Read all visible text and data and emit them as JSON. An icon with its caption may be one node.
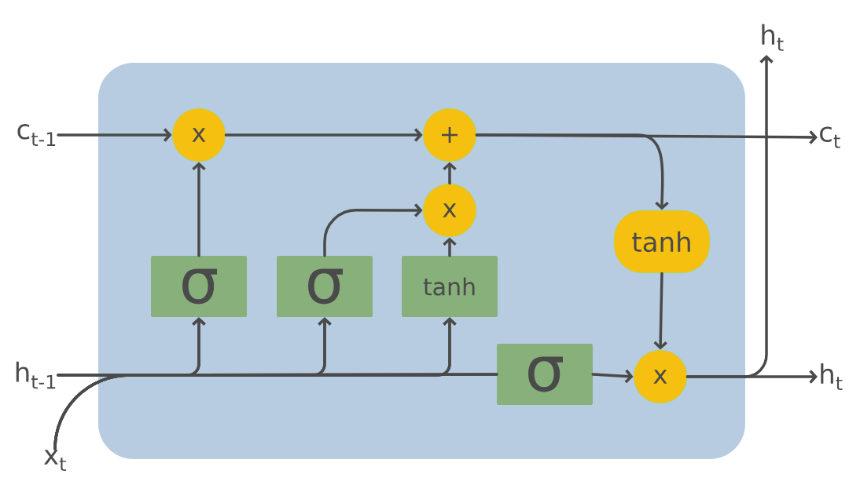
{
  "diagram": {
    "nodes": [
      {
        "text": [],
        "shape": "box"
      },
      {
        "text": [
          "c$_{t-1}$"
        ]
      },
      {
        "text": [
          "h$_{t-1}$"
        ]
      },
      {
        "text": [
          "x$_{t}$"
        ]
      },
      {
        "text": [
          "h$_{t}$"
        ]
      },
      {
        "text": [
          "c$_{t}$"
        ]
      },
      {
        "text": [
          "h$_{t}$"
        ]
      },
      {
        "text": [
          "x"
        ],
        "in": 0
      },
      {
        "text": [
          "+"
        ],
        "in": 0
      },
      {
        "text": [
          "x"
        ],
        "in": 0
      },
      {
        "text": [
          "σ"
        ],
        "in": 0
      },
      {
        "text": [
          "σ"
        ],
        "in": 0
      },
      {
        "text": [
          "tanh"
        ],
        "in": 0
      },
      {
        "text": [
          "tanh"
        ],
        "in": 0
      },
      {
        "text": [
          "σ"
        ],
        "in": 0
      },
      {
        "text": [
          "x"
        ],
        "in": 0
      }
    ],
    "edges": [
      {
        "from": 1,
        "to": 7,
        "arrow": "to"
      },
      {
        "from": 7,
        "to": 8,
        "arrow": "to"
      },
      {
        "from": 10,
        "to": 7,
        "arrow": "to"
      },
      {
        "from": 11,
        "to": 9,
        "arrow": "to"
      },
      {
        "from": 12,
        "to": 9,
        "arrow": "to"
      },
      {
        "from": 9,
        "to": 8,
        "arrow": "to"
      },
      {
        "from": 8,
        "to": 5,
        "arrow": "to"
      },
      {
        "from": 8,
        "to": 13,
        "arrow": "to"
      },
      {
        "from": 13,
        "to": 15,
        "arrow": "to"
      },
      {
        "from": 14,
        "to": 15,
        "arrow": "to"
      },
      {
        "from": 15,
        "to": 6,
        "arrow": "to"
      },
      {
        "from": 15,
        "to": 4,
        "arrow": "to"
      },
      {
        "from": 2,
        "to": 10,
        "arrow": "to"
      },
      {
        "from": 2,
        "to": 11,
        "arrow": "to"
      },
      {
        "from": 2,
        "to": 12,
        "arrow": "to"
      },
      {
        "from": 2,
        "to": 14,
        "arrow": "none"
      },
      {
        "from": 3,
        "to": 10,
        "arrow": "to"
      },
      {
        "from": 3,
        "to": 11,
        "arrow": "to"
      },
      {
        "from": 3,
        "to": 12,
        "arrow": "to"
      },
      {
        "from": 3,
        "to": 14,
        "arrow": "none"
      }
    ]
  }
}
